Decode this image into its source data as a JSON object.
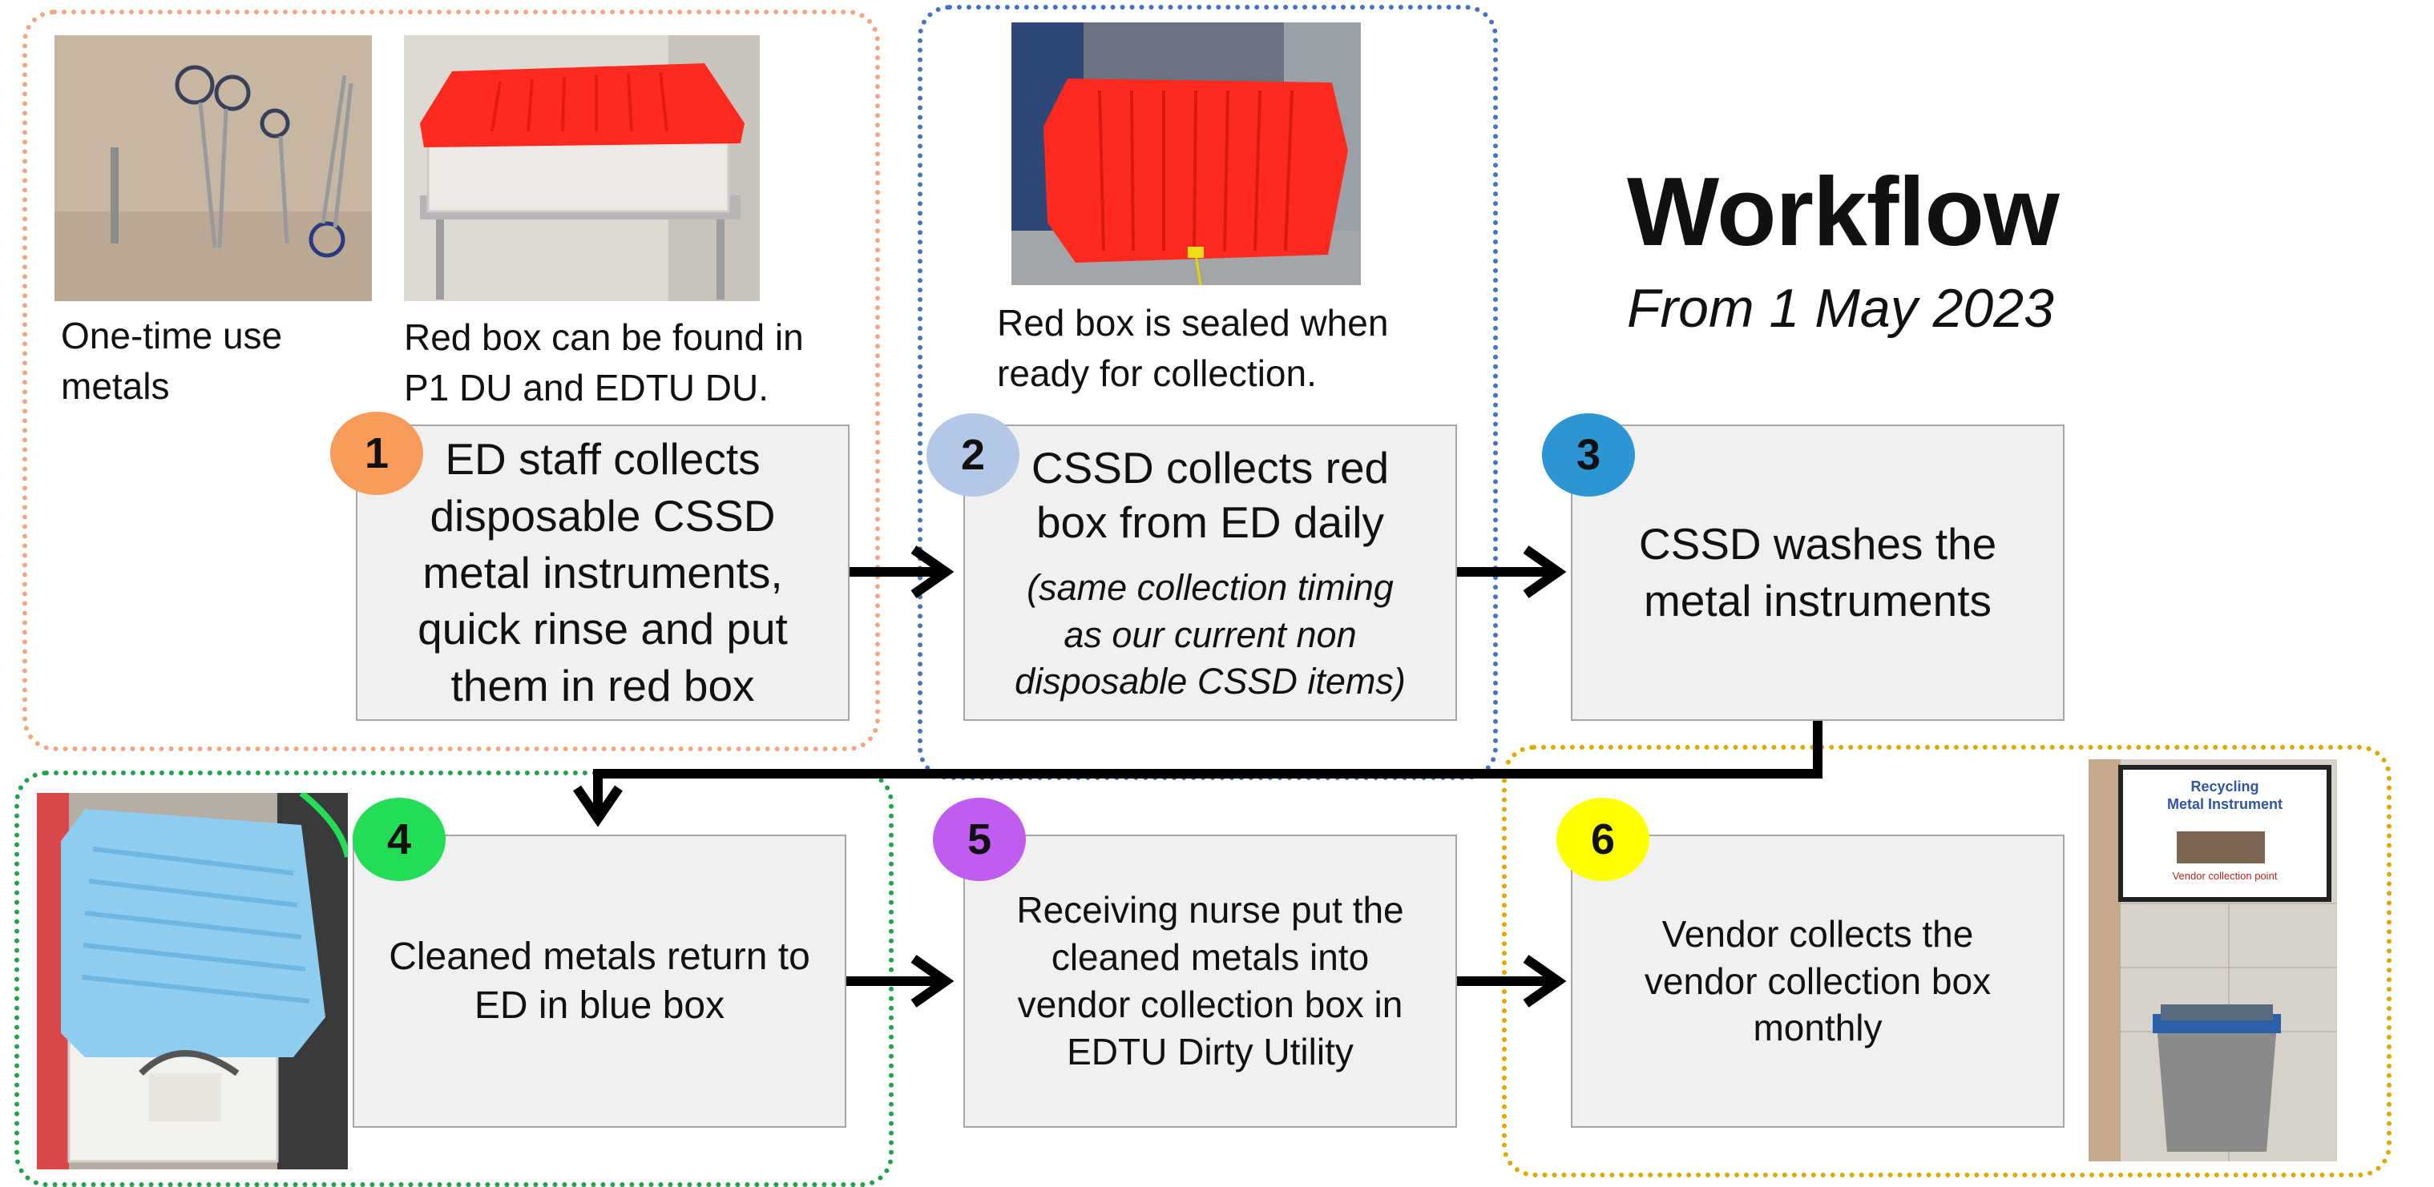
{
  "title": "Workflow",
  "subtitle": "From 1 May 2023",
  "captions": {
    "metals": "One-time use\nmetals",
    "red_box_location": "Red box can be found in\nP1 DU and EDTU DU.",
    "red_box_sealed": "Red box is sealed when\nready for collection."
  },
  "steps": [
    {
      "number": "1",
      "text": "ED staff collects\ndisposable CSSD\nmetal instruments,\nquick rinse and put\nthem in red box"
    },
    {
      "number": "2",
      "text": "CSSD collects red\nbox from ED daily",
      "note": "(same collection timing\nas our current non\ndisposable CSSD items)"
    },
    {
      "number": "3",
      "text": "CSSD washes the\nmetal instruments"
    },
    {
      "number": "4",
      "text": "Cleaned metals return to\nED in blue box"
    },
    {
      "number": "5",
      "text": "Receiving nurse put the\ncleaned metals into\nvendor collection box in\nEDTU Dirty Utility"
    },
    {
      "number": "6",
      "text": "Vendor collects the\nvendor collection box\nmonthly"
    }
  ],
  "sign": {
    "line1": "Recycling",
    "line2": "Metal Instrument",
    "line3": "Vendor collection point"
  },
  "colors": {
    "badge_1": "#f79a5a",
    "badge_2": "#b4c7e7",
    "badge_3": "#2e95d3",
    "badge_4": "#22dd55",
    "badge_5": "#c05cf0",
    "badge_6": "#ffff00",
    "group_orange": "#f4a582",
    "group_blue": "#4472c4",
    "group_green": "#1fa34a",
    "group_gold": "#e0a800",
    "red_box": "#ff2a1f",
    "blue_box": "#8ecdf0"
  },
  "icons": [
    "arrow-right-icon",
    "arrow-down-icon"
  ]
}
